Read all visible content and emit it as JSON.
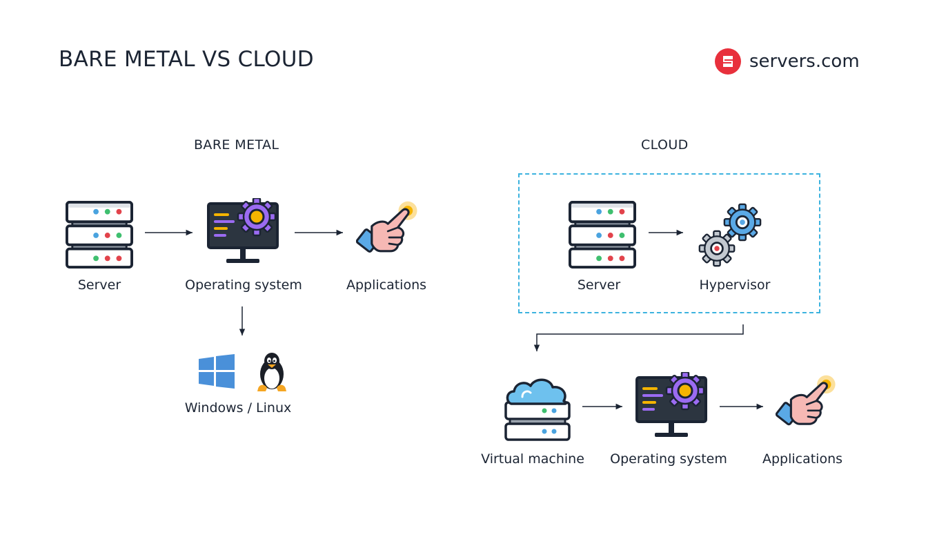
{
  "page": {
    "title": "BARE METAL VS CLOUD"
  },
  "brand": {
    "name": "servers.com",
    "logo_icon": "servers-com-logo-icon",
    "color": "#e8303c"
  },
  "bare_metal": {
    "heading": "BARE METAL",
    "nodes": {
      "server": "Server",
      "os": "Operating system",
      "apps": "Applications",
      "platforms": "Windows / Linux"
    }
  },
  "cloud": {
    "heading": "CLOUD",
    "nodes": {
      "server": "Server",
      "hypervisor": "Hypervisor",
      "vm": "Virtual machine",
      "os": "Operating system",
      "apps": "Applications"
    }
  },
  "colors": {
    "accent_dashed": "#3bb2de",
    "dark": "#1b2433",
    "arrow": "#1b2433"
  }
}
